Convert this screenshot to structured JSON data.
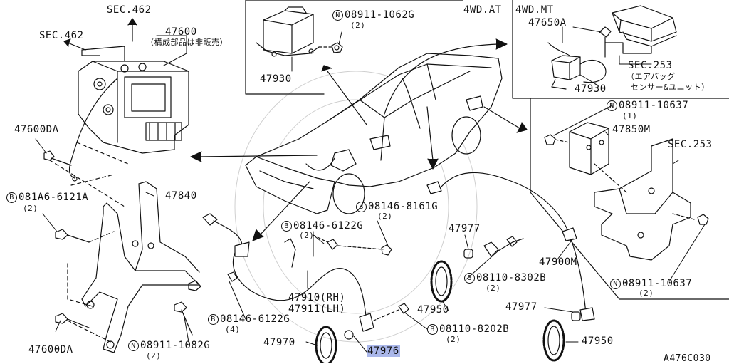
{
  "diagram": {
    "code": "A476C030",
    "sections": [
      {
        "id": "sec462_top",
        "text": "SEC.462"
      },
      {
        "id": "sec462_left",
        "text": "SEC.462"
      },
      {
        "id": "sec253_right",
        "text": "SEC.253"
      }
    ],
    "boxes": [
      {
        "id": "box_4wdat",
        "title": "4WD.AT"
      },
      {
        "id": "box_4wdmt",
        "title": "4WD.MT"
      }
    ],
    "parts": {
      "p47600": {
        "code": "47600",
        "note": "（構成部品は非販売）"
      },
      "p47600DA_top": {
        "code": "47600DA"
      },
      "p47600DA_bottom": {
        "code": "47600DA"
      },
      "p47840": {
        "code": "47840"
      },
      "p47930_at": {
        "code": "47930"
      },
      "p47930_mt": {
        "code": "47930"
      },
      "p47650A": {
        "code": "47650A"
      },
      "sec253_box": {
        "code": "SEC.253",
        "note": "（エアバッグ",
        "note2": "センサー&ユニット）"
      },
      "p47850M": {
        "code": "47850M"
      },
      "p47910": {
        "code": "47910(RH)"
      },
      "p47911": {
        "code": "47911(LH)"
      },
      "p47900M": {
        "code": "47900M"
      },
      "p47977_top": {
        "code": "47977"
      },
      "p47977_bottom": {
        "code": "47977"
      },
      "p47950_center": {
        "code": "47950"
      },
      "p47950_right": {
        "code": "47950"
      },
      "p47970": {
        "code": "47970"
      },
      "p47976": {
        "code": "47976"
      }
    },
    "fasteners": {
      "f_08911_1062G": {
        "prefix": "N",
        "code": "08911-1062G",
        "qty": "(2)"
      },
      "f_08911_10637_top": {
        "prefix": "N",
        "code": "08911-10637",
        "qty": "(1)"
      },
      "f_08911_10637_bottom": {
        "prefix": "N",
        "code": "08911-10637",
        "qty": "(2)"
      },
      "f_081A6_6121A": {
        "prefix": "B",
        "code": "081A6-6121A",
        "qty": "(2)"
      },
      "f_08146_8161G": {
        "prefix": "B",
        "code": "08146-8161G",
        "qty": "(2)"
      },
      "f_08146_6122G_top": {
        "prefix": "B",
        "code": "08146-6122G",
        "qty": "(2)"
      },
      "f_08146_6122G_bottom": {
        "prefix": "B",
        "code": "08146-6122G",
        "qty": "(4)"
      },
      "f_08110_8302B": {
        "prefix": "B",
        "code": "08110-8302B",
        "qty": "(2)"
      },
      "f_08110_8202B": {
        "prefix": "B",
        "code": "08110-8202B",
        "qty": "(2)"
      },
      "f_08911_1082G": {
        "prefix": "N",
        "code": "08911-1082G",
        "qty": "(2)"
      }
    }
  }
}
